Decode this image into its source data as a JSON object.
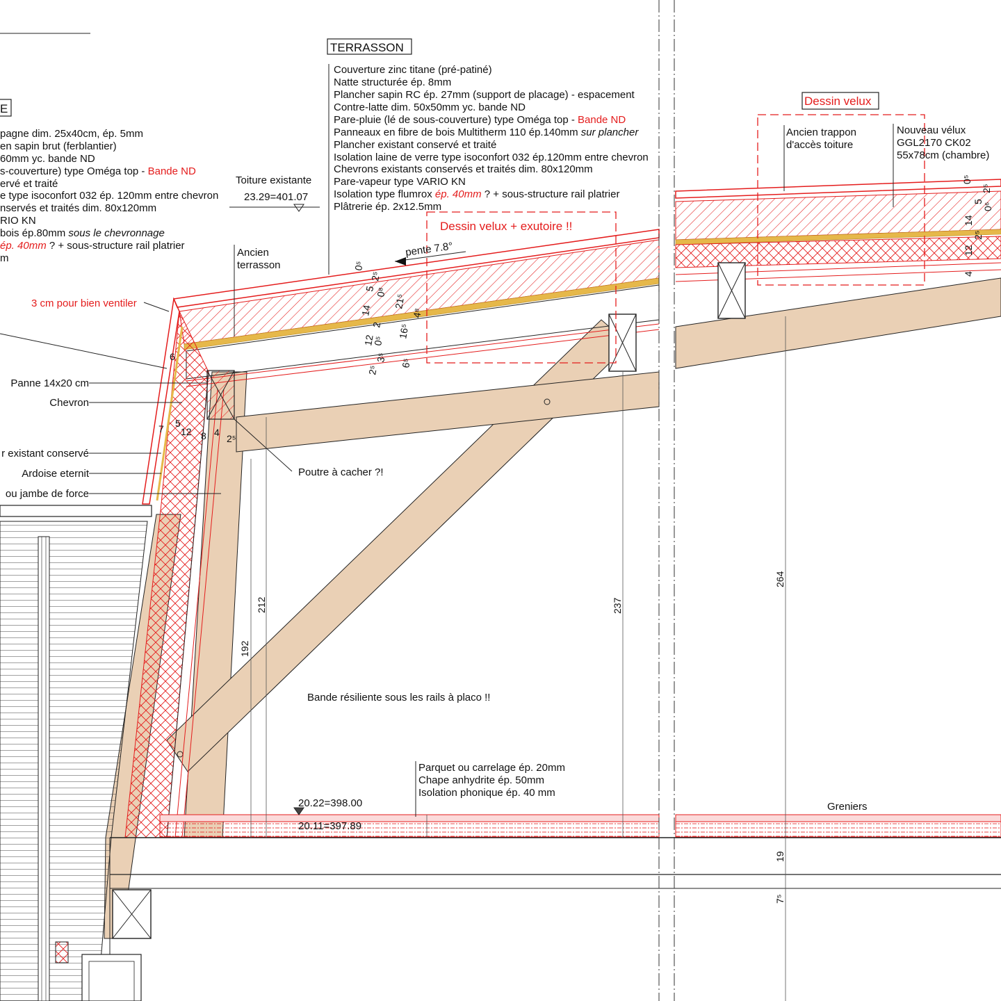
{
  "colors": {
    "red": "#e41c1c",
    "wood": "#ead0b5",
    "line": "#111111"
  },
  "left_box_label": "E",
  "left_notes": [
    "pagne dim. 25x40cm, ép. 5mm",
    "en sapin brut (ferblantier)",
    "60mm yc. bande ND",
    "s-couverture) type Oméga top - ",
    "ervé et traité",
    "e type isoconfort 032 ép. 120mm entre chevron",
    "nservés et traités dim. 80x120mm",
    "RIO KN",
    "bois ép.80mm ",
    "ép. 40mm",
    "m"
  ],
  "left_notes_extra": {
    "bande_nd": "Bande ND",
    "sous_chevronnage": "sous le chevronnage",
    "flumrox_rest": " ? + sous-structure rail platrier"
  },
  "terrasson": {
    "title": "TERRASSON",
    "layers": [
      "Couverture zinc titane (pré-patiné)",
      "Natte structurée ép. 8mm",
      "Plancher sapin RC ép. 27mm (support de placage) - espacement",
      "Contre-latte dim. 50x50mm yc. bande ND",
      "Pare-pluie (lé de sous-couverture) type Oméga top - ",
      "Panneaux en fibre de bois Multitherm 110 ép.140mm ",
      "Plancher existant conservé et traité",
      "Isolation laine de verre type isoconfort 032 ép.120mm entre chevron",
      "Chevrons existants conservés et traités dim. 80x120mm",
      "Pare-vapeur type VARIO KN",
      "Isolation type flumrox ",
      "Plâtrerie ép. 2x12.5mm"
    ],
    "bande_nd": "Bande ND",
    "sur_plancher": "sur plancher",
    "ep40": "ép. 40mm",
    "flumrox_rest": " ? + sous-structure rail platrier"
  },
  "toiture": {
    "label": "Toiture existante",
    "level": "23.29=401.07"
  },
  "velux_exutoire": "Dessin velux + exutoire !!",
  "velux_box": "Dessin velux",
  "pente": "pente 7.8°",
  "ancien_terrasson": [
    "Ancien",
    "terrasson"
  ],
  "ancien_trappon": [
    "Ancien trappon",
    "d'accès toiture"
  ],
  "nouveau_velux": [
    "Nouveau vélux",
    "GGL2170 CK02",
    "55x78cm (chambre)"
  ],
  "ventiler": "3 cm pour bien ventiler",
  "left_callouts": [
    "Panne 14x20 cm",
    "Chevron",
    "r existant conservé",
    "Ardoise eternit",
    "ou jambe de force"
  ],
  "poutre": "Poutre à cacher ?!",
  "bande_resiliente": "Bande résiliente sous les rails à placo !!",
  "floor_layers": [
    "Parquet ou carrelage ép. 20mm",
    "Chape anhydrite ép. 50mm",
    "Isolation phonique ép. 40 mm"
  ],
  "levels": {
    "top": "20.22=398.00",
    "bottom": "20.11=397.89"
  },
  "greniers": "Greniers",
  "dims": {
    "d192": "192",
    "d212": "212",
    "d237": "237",
    "d264": "264",
    "d19": "19",
    "d75": "7⁵",
    "d6": "6",
    "d12": "12",
    "d8": "8",
    "d4": "4",
    "d25": "2⁵",
    "d7": "7",
    "d5": "5",
    "t05": "0⁵",
    "t25": "2⁵",
    "t5": "5",
    "t08": "0⁸",
    "t14": "14",
    "t215": "21⁵",
    "t48": "4⁸",
    "t165": "16⁵",
    "t12": "12",
    "t35": "3⁵",
    "t65": "6⁵",
    "t2": "2",
    "v05": "0⁵",
    "v25": "2⁵",
    "v5": "5",
    "v06": "0⁶",
    "v14": "14",
    "v2": "2⁵",
    "v12": "12",
    "v4": "4"
  }
}
